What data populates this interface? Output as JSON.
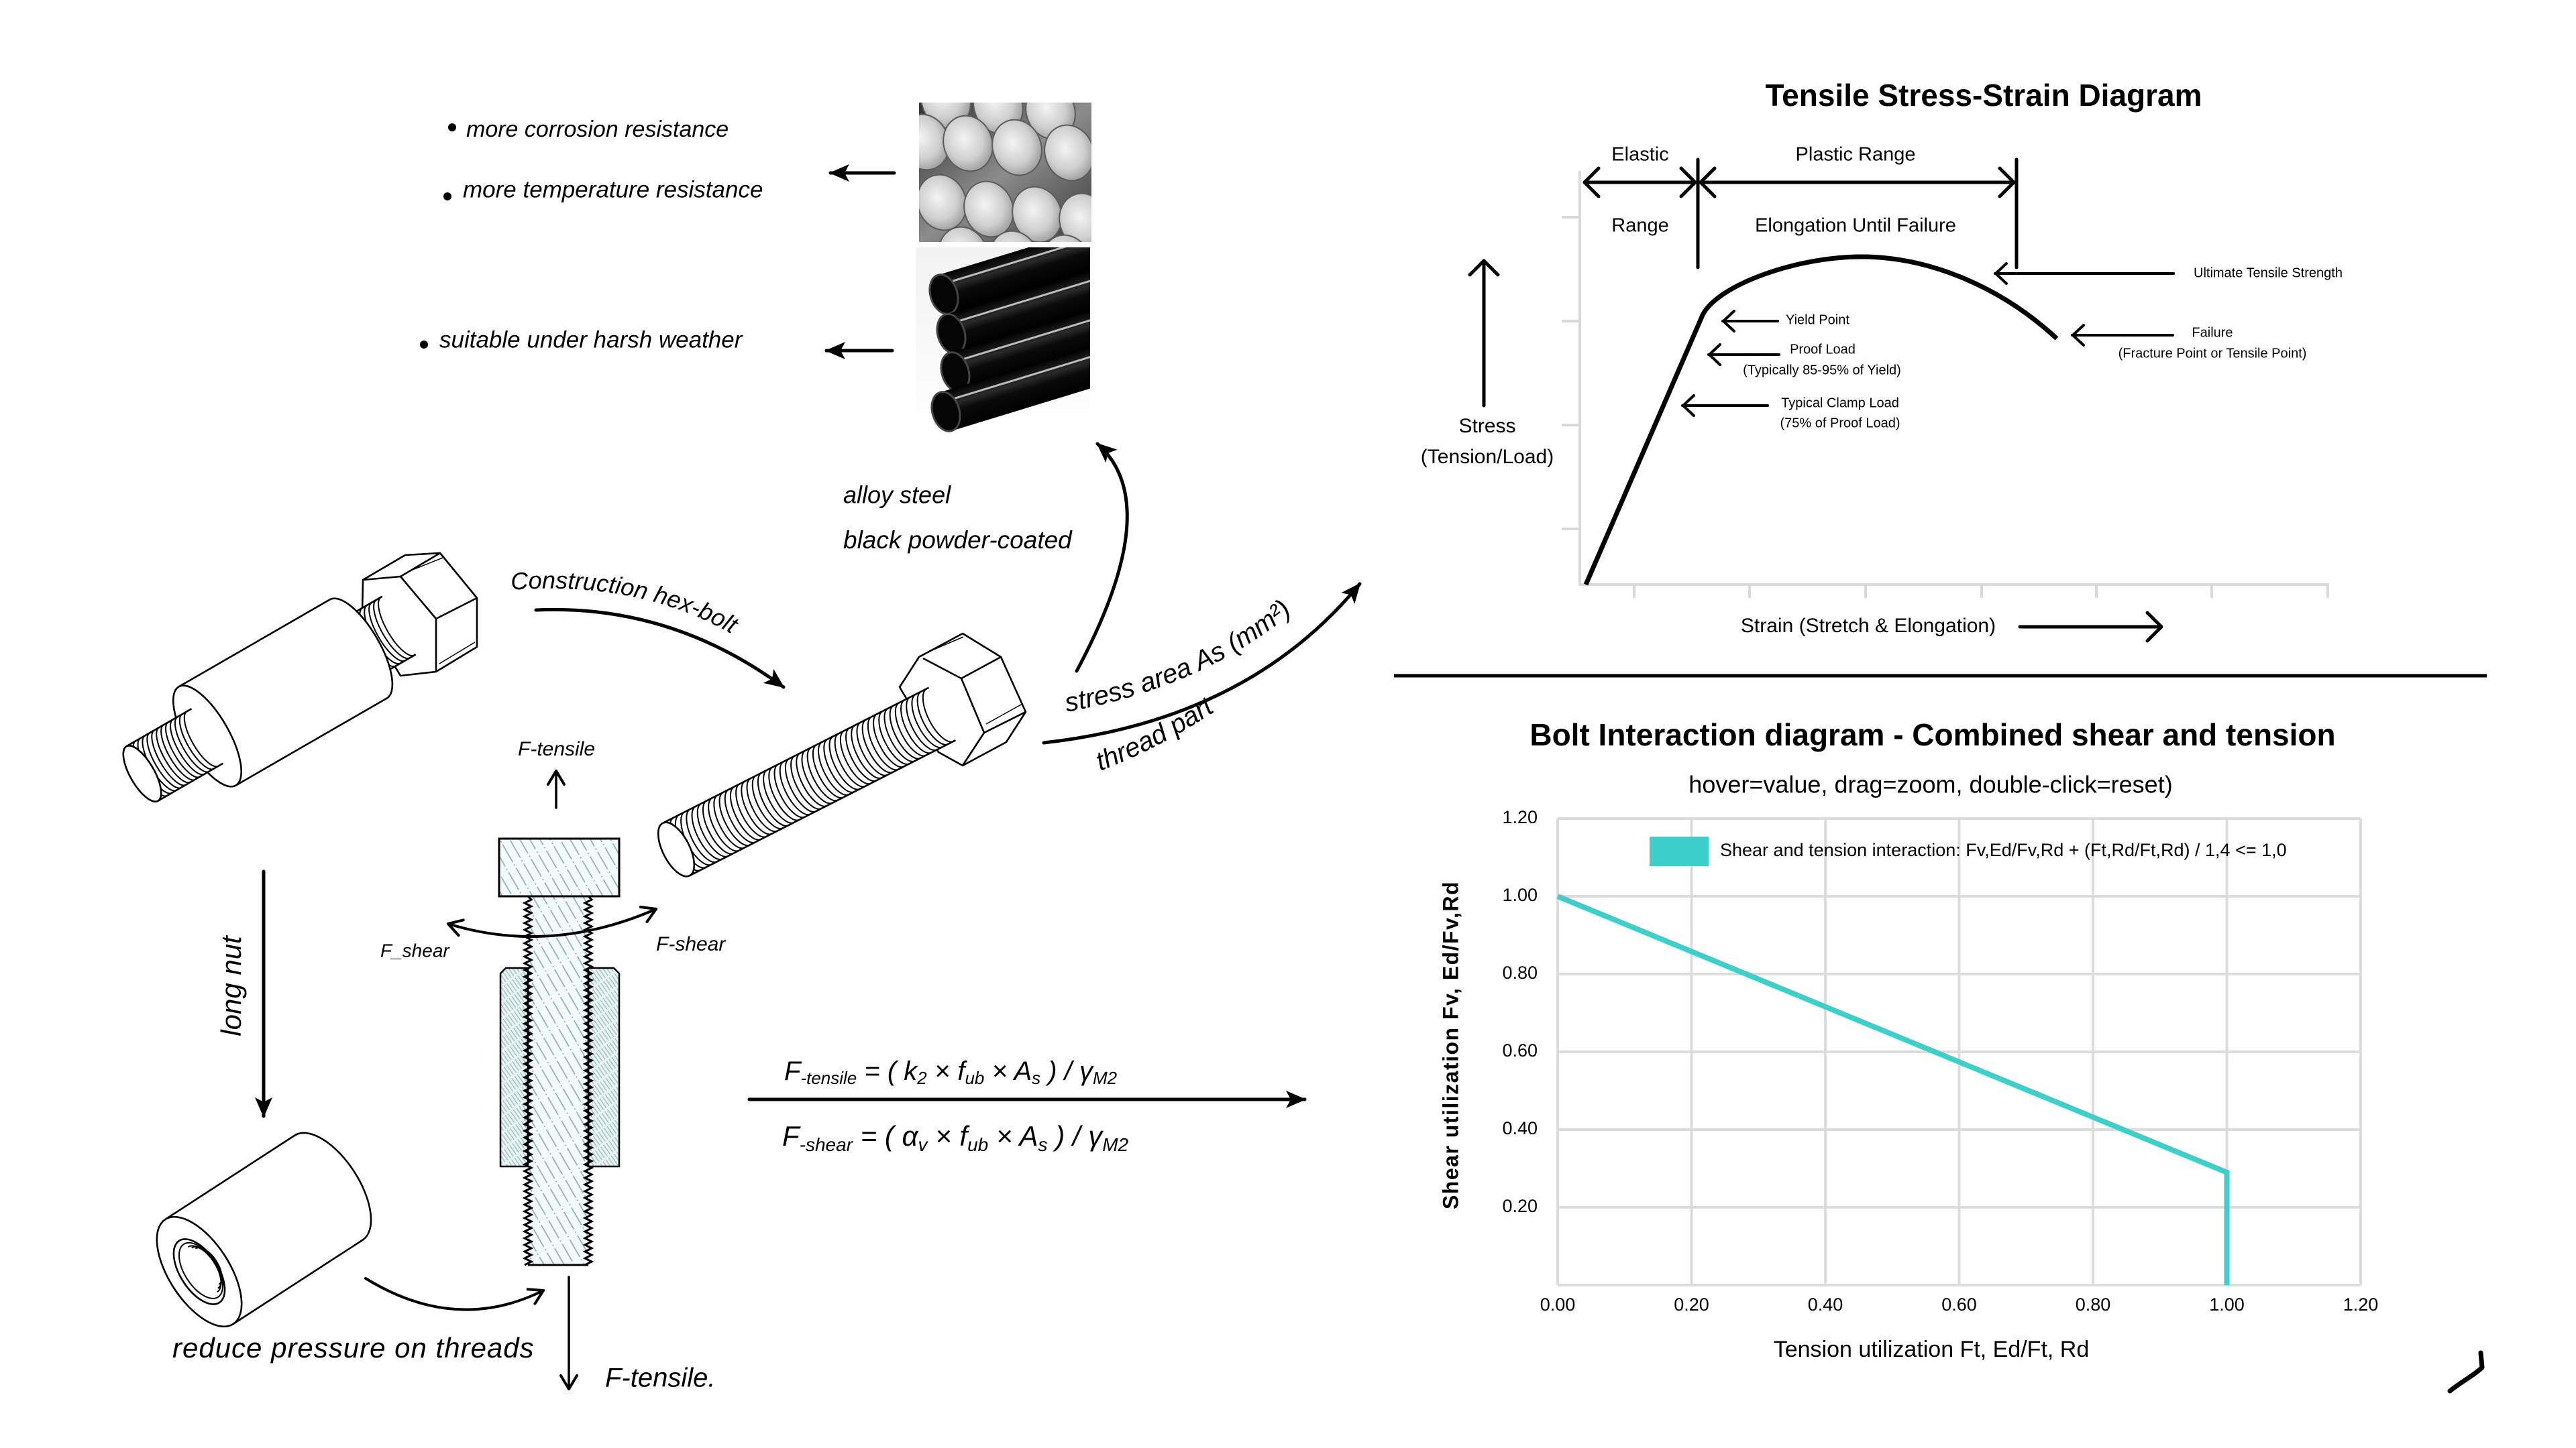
{
  "notes": {
    "bullets": [
      "more corrosion resistance",
      "more temperature resistance",
      "suitable under harsh weather"
    ],
    "material": [
      "alloy steel",
      "black powder-coated"
    ],
    "construction_label": "Construction hex-bolt",
    "stress_area_label": "stress area As (mm²)",
    "thread_part_label": "thread part",
    "long_nut_label": "long nut",
    "reduce_pressure_label": "reduce pressure on threads",
    "force_tensile_top": "F-tensile",
    "force_shear_left": "F_shear",
    "force_shear_right": "F-shear",
    "force_tensile_bottom": "F-tensile."
  },
  "formulas": {
    "tensile": [
      "F",
      "-tensile",
      " = ( k",
      "2",
      " × f",
      "ub",
      " × A",
      "s",
      " ) / γ",
      "M2"
    ],
    "shear": [
      "F",
      "-shear",
      " = ( α",
      "v",
      " × f",
      "ub",
      " × A",
      "s",
      " ) / γ",
      "M2"
    ]
  },
  "stress_strain": {
    "title": "Tensile Stress-Strain Diagram",
    "elastic_range": [
      "Elastic",
      "Range"
    ],
    "plastic_range": [
      "Plastic Range",
      "Elongation Until Failure"
    ],
    "y_label": [
      "Stress",
      "(Tension/Load)"
    ],
    "x_label": "Strain (Stretch & Elongation)",
    "annotations": {
      "uts": [
        "Ultimate Tensile Strength"
      ],
      "yield": [
        "Yield Point"
      ],
      "proof": [
        "Proof Load",
        "(Typically 85-95% of Yield)"
      ],
      "clamp": [
        "Typical Clamp Load",
        "(75% of Proof Load)"
      ],
      "failure": [
        "Failure",
        "(Fracture Point or Tensile Point)"
      ]
    }
  },
  "chart_data": {
    "type": "line",
    "title": "Bolt Interaction diagram - Combined shear and tension",
    "subtitle": "hover=value, drag=zoom, double-click=reset)",
    "xlabel": "Tension utilization Ft, Ed/Ft, Rd",
    "ylabel": "Shear utilization Fv, Ed/Fv,Rd",
    "xlim": [
      0,
      1.2
    ],
    "ylim": [
      0,
      1.2
    ],
    "x_ticks": [
      "0.00",
      "0.20",
      "0.40",
      "0.60",
      "0.80",
      "1.00",
      "1.20"
    ],
    "y_ticks": [
      "0.20",
      "0.40",
      "0.60",
      "0.80",
      "1.00",
      "1.20"
    ],
    "grid": true,
    "legend_position": "top-right",
    "series": [
      {
        "name": "Shear and tension interaction: Fv,Ed/Fv,Rd + (Ft,Rd/Ft,Rd) / 1,4 <= 1,0",
        "color": "#3DCFC9",
        "x": [
          0.0,
          1.0,
          1.0
        ],
        "y": [
          1.0,
          0.29,
          0.0
        ]
      }
    ]
  }
}
